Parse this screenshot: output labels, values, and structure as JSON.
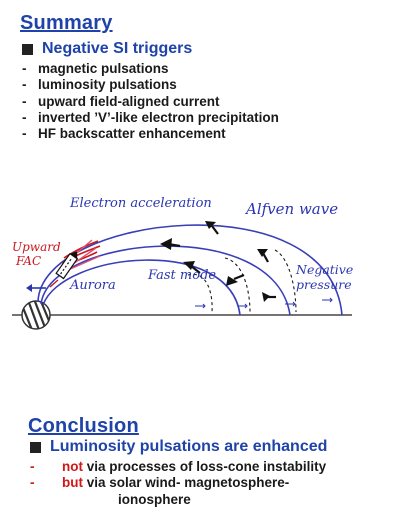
{
  "summary": {
    "title": "Summary",
    "subtitle": "Negative SI triggers",
    "items": [
      "magnetic pulsations",
      "luminosity pulsations",
      "upward field-aligned current",
      "inverted ’V’-like electron precipitation",
      "HF backscatter enhancement"
    ]
  },
  "diagram": {
    "labels": {
      "electron_acceleration": "Electron acceleration",
      "alfven_wave": "Alfven wave",
      "upward_fac_line1": "Upward",
      "upward_fac_line2": "FAC",
      "fast_mode": "Fast mode",
      "aurora": "Aurora",
      "negative_pressure": "Negative pressure"
    },
    "colors": {
      "field_lines": "#3a3fb8",
      "text_blue": "#2b36b0",
      "red": "#c8181e",
      "pink": "#e0506e",
      "black": "#1a1a1a"
    }
  },
  "conclusion": {
    "title": "Conclusion",
    "subtitle": "Luminosity pulsations are enhanced",
    "line1_highlight": "not",
    "line1_rest": " via processes of loss-cone instability",
    "line2_highlight": "but",
    "line2_rest": " via solar wind- magnetosphere-",
    "line3": "ionosphere"
  }
}
